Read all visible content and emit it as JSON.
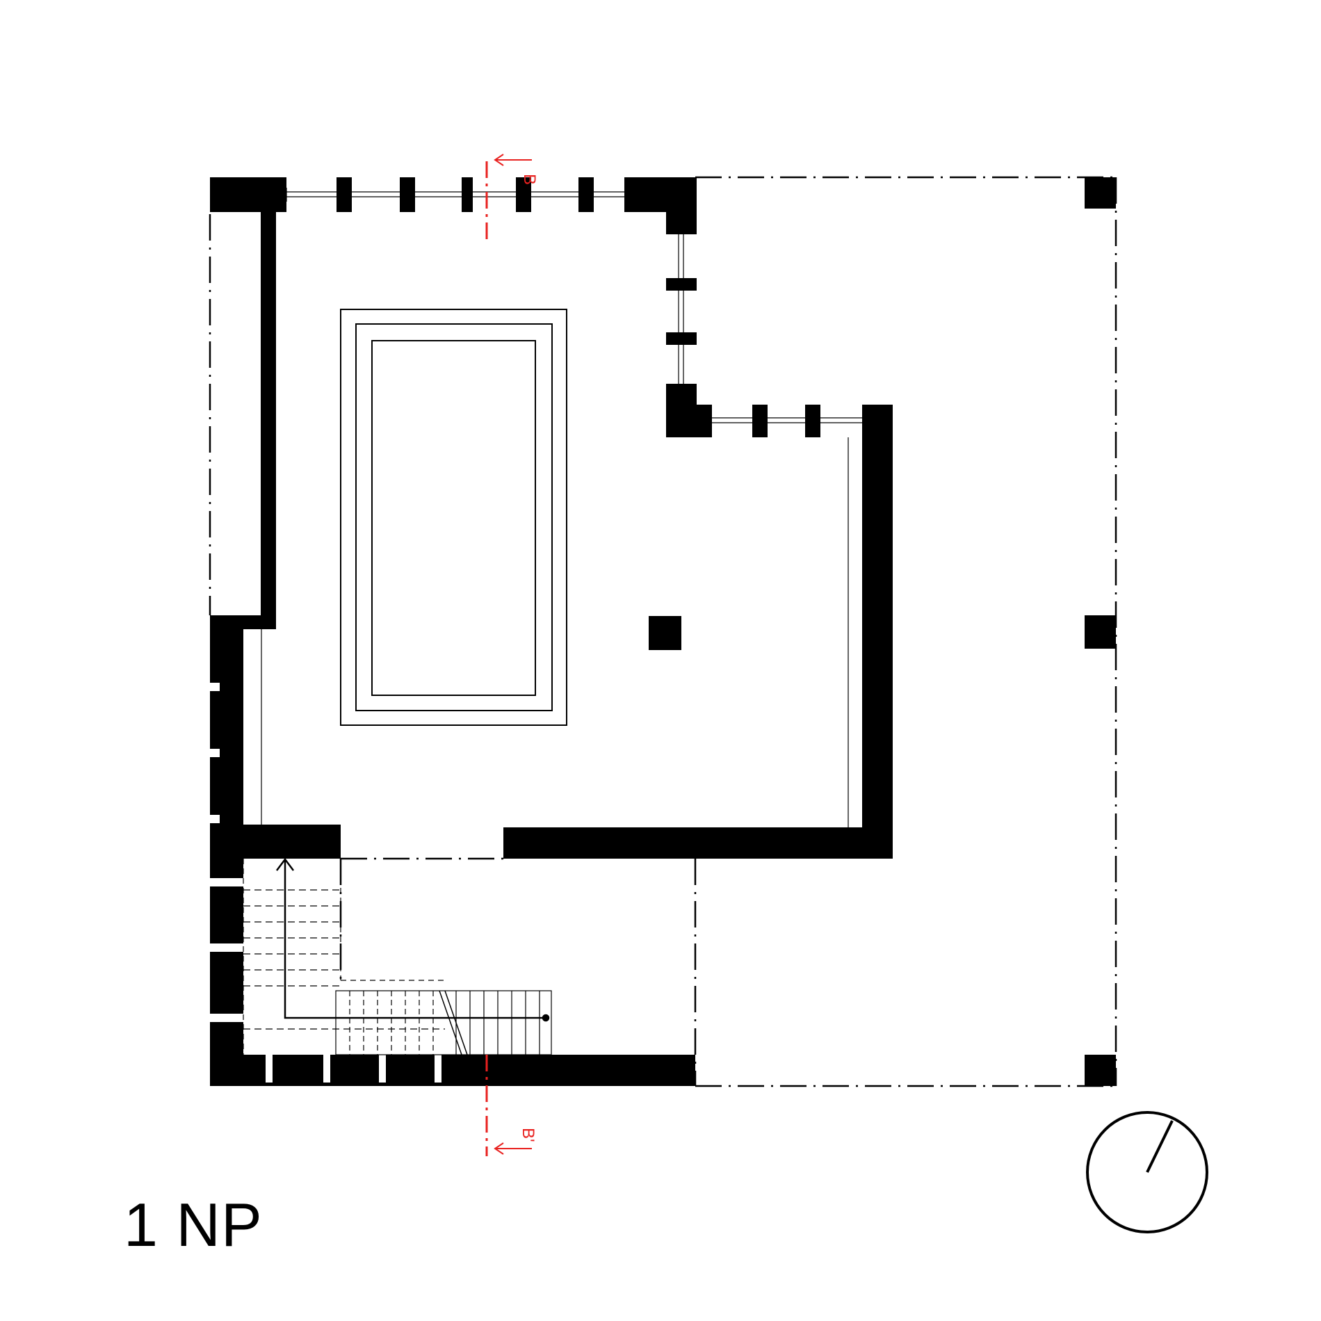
{
  "floor_label": "1 NP",
  "section_markers": {
    "top": {
      "letter": "B"
    },
    "bottom": {
      "letter": "B'"
    }
  },
  "colors": {
    "wall": "#000000",
    "line": "#000000",
    "section": "#e8211f",
    "background": "#ffffff"
  },
  "icons": [
    "north-arrow-icon",
    "stair-direction-arrow-icon"
  ]
}
